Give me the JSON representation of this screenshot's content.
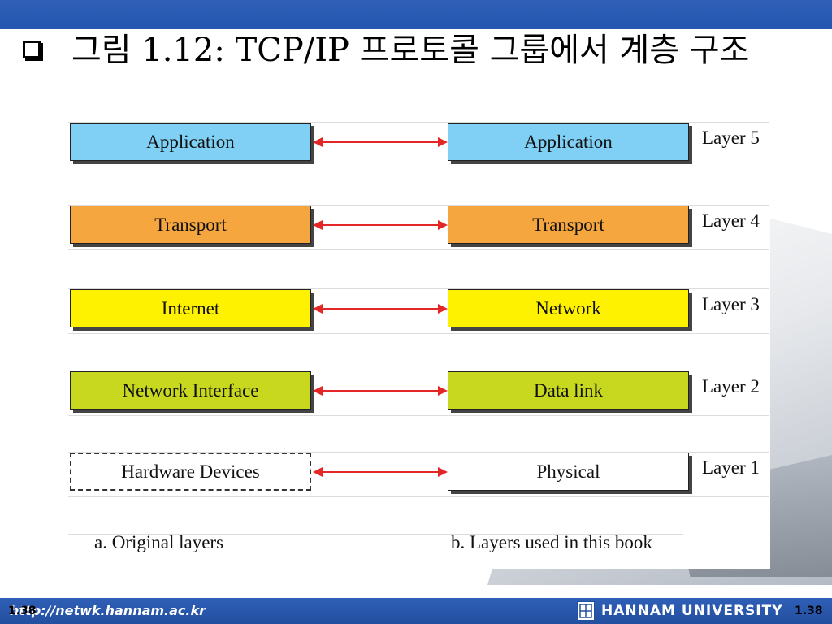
{
  "slide": {
    "title": "그림 1.12:  TCP/IP 프로토콜 그룹에서 계층 구조",
    "title_bullet_icon": "square-bullet-icon"
  },
  "diagram": {
    "rows": [
      {
        "left": "Application",
        "right": "Application",
        "layer": "Layer 5",
        "color": "#7fd0f4",
        "left_dashed": false
      },
      {
        "left": "Transport",
        "right": "Transport",
        "layer": "Layer 4",
        "color": "#f6a63e",
        "left_dashed": false
      },
      {
        "left": "Internet",
        "right": "Network",
        "layer": "Layer 3",
        "color": "#fff200",
        "left_dashed": false
      },
      {
        "left": "Network Interface",
        "right": "Data link",
        "layer": "Layer 2",
        "color": "#c8d81e",
        "left_dashed": false
      },
      {
        "left": "Hardware Devices",
        "right": "Physical",
        "layer": "Layer 1",
        "color": "#ffffff",
        "left_dashed": true
      }
    ],
    "arrow_color": "#e32626",
    "caption_left": "a. Original layers",
    "caption_right": "b. Layers used in this book"
  },
  "footer": {
    "url": "http://netwk.hannam.ac.kr",
    "university": "HANNAM  UNIVERSITY",
    "page_left": "1.38",
    "page_right": "1.38",
    "logo_icon": "university-emblem-icon"
  },
  "colors": {
    "topbar": "#2f5fb7",
    "footer": "#2f5fb7"
  }
}
